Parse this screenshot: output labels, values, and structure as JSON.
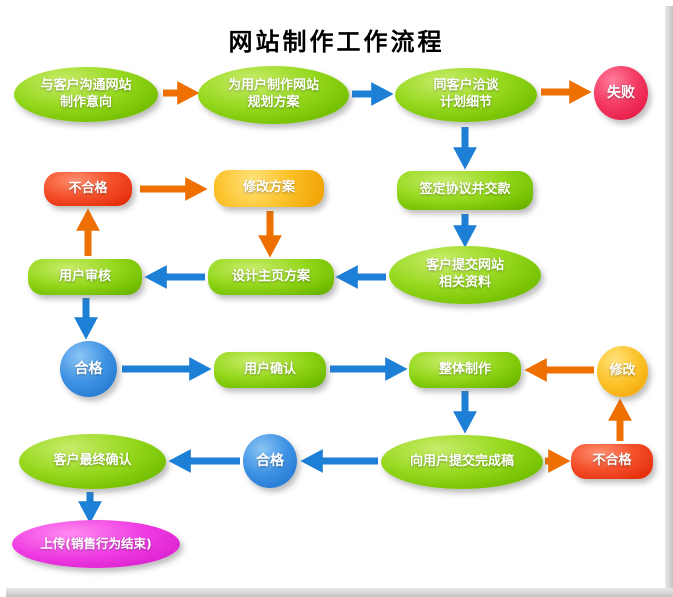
{
  "title": "网站制作工作流程",
  "nodes": {
    "communicate": {
      "label": "与客户沟通网站\n制作意向"
    },
    "plan": {
      "label": "为用户制作网站\n规划方案"
    },
    "negotiate": {
      "label": "同客户洽谈\n计划细节"
    },
    "fail": {
      "label": "失败"
    },
    "unqualified_top": {
      "label": "不合格"
    },
    "revise_plan": {
      "label": "修改方案"
    },
    "sign_contract": {
      "label": "签定协议并交款"
    },
    "user_review": {
      "label": "用户审核"
    },
    "design_homepage": {
      "label": "设计主页方案"
    },
    "submit_materials": {
      "label": "客户提交网站\n相关资料"
    },
    "qualified_left": {
      "label": "合格"
    },
    "user_confirm": {
      "label": "用户确认"
    },
    "production": {
      "label": "整体制作"
    },
    "revise": {
      "label": "修改"
    },
    "final_confirm": {
      "label": "客户最终确认"
    },
    "qualified_bottom": {
      "label": "合格"
    },
    "submit_draft": {
      "label": "向用户提交完成稿"
    },
    "unqualified_bottom": {
      "label": "不合格"
    },
    "upload": {
      "label": "上传(销售行为结束)"
    }
  },
  "colors": {
    "node_green": "#74c000",
    "node_red": "#e02200",
    "node_crimson": "#df0c38",
    "node_yellow": "#ef9f00",
    "node_blue": "#1a6cc8",
    "node_magenta": "#d313c8",
    "arrow_blue": "#1e7fd6",
    "arrow_orange": "#ee7000"
  }
}
